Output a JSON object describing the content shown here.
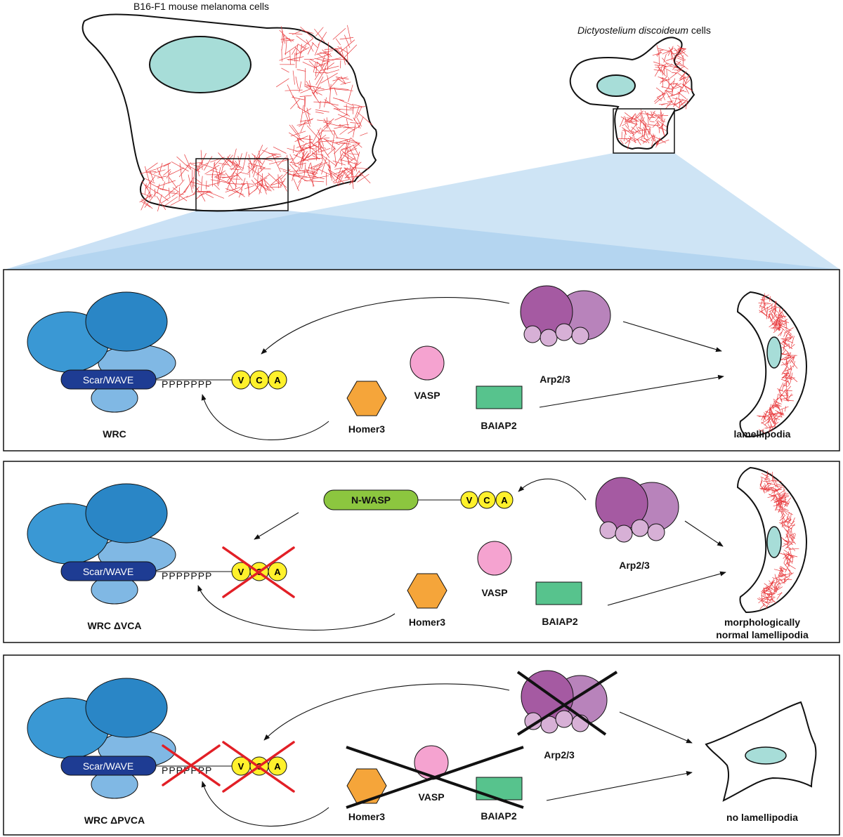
{
  "top": {
    "b16_title": "B16-F1 mouse melanoma cells",
    "dicty_title_italic": "Dictyostelium discoideum",
    "dicty_title_rest": " cells"
  },
  "panels": [
    {
      "wrc_label": "WRC",
      "scar_label": "Scar/WAVE",
      "poly_p": "PPPPPPP",
      "vca": [
        "V",
        "C",
        "A"
      ],
      "arp_label": "Arp2/3",
      "vasp_label": "VASP",
      "homer_label": "Homer3",
      "baiap_label": "BAIAP2",
      "result_label": "lamellipodia"
    },
    {
      "wrc_label": "WRC ΔVCA",
      "scar_label": "Scar/WAVE",
      "poly_p": "PPPPPPP",
      "vca": [
        "V",
        "C",
        "A"
      ],
      "nwasp_label": "N-WASP",
      "nwasp_vca": [
        "V",
        "C",
        "A"
      ],
      "arp_label": "Arp2/3",
      "vasp_label": "VASP",
      "homer_label": "Homer3",
      "baiap_label": "BAIAP2",
      "result_line1": "morphologically",
      "result_line2": "normal lamellipodia"
    },
    {
      "wrc_label": "WRC ΔPVCA",
      "scar_label": "Scar/WAVE",
      "poly_p": "PPPPPPP",
      "vca": [
        "V",
        "C",
        "A"
      ],
      "arp_label": "Arp2/3",
      "vasp_label": "VASP",
      "homer_label": "Homer3",
      "baiap_label": "BAIAP2",
      "result_label": "no lamellipodia"
    }
  ],
  "colors": {
    "actin": "#e8393c",
    "nucleus": "#a7ddd8",
    "wrc_dark": "#2a86c6",
    "wrc_mid": "#3a98d4",
    "wrc_light": "#80b8e4",
    "scar_navy": "#1e3c93",
    "vca_yellow": "#fff12c",
    "arp_dark": "#a55aa2",
    "arp_light": "#b883bb",
    "arp_sub": "#d7b0d6",
    "vasp_pink": "#f5a3d0",
    "homer_orange": "#f5a53a",
    "baiap_green": "#57c38d",
    "nwasp_green": "#8cc63f",
    "projection_blue": "#9ec9ec",
    "cross_red": "#e21f26"
  }
}
